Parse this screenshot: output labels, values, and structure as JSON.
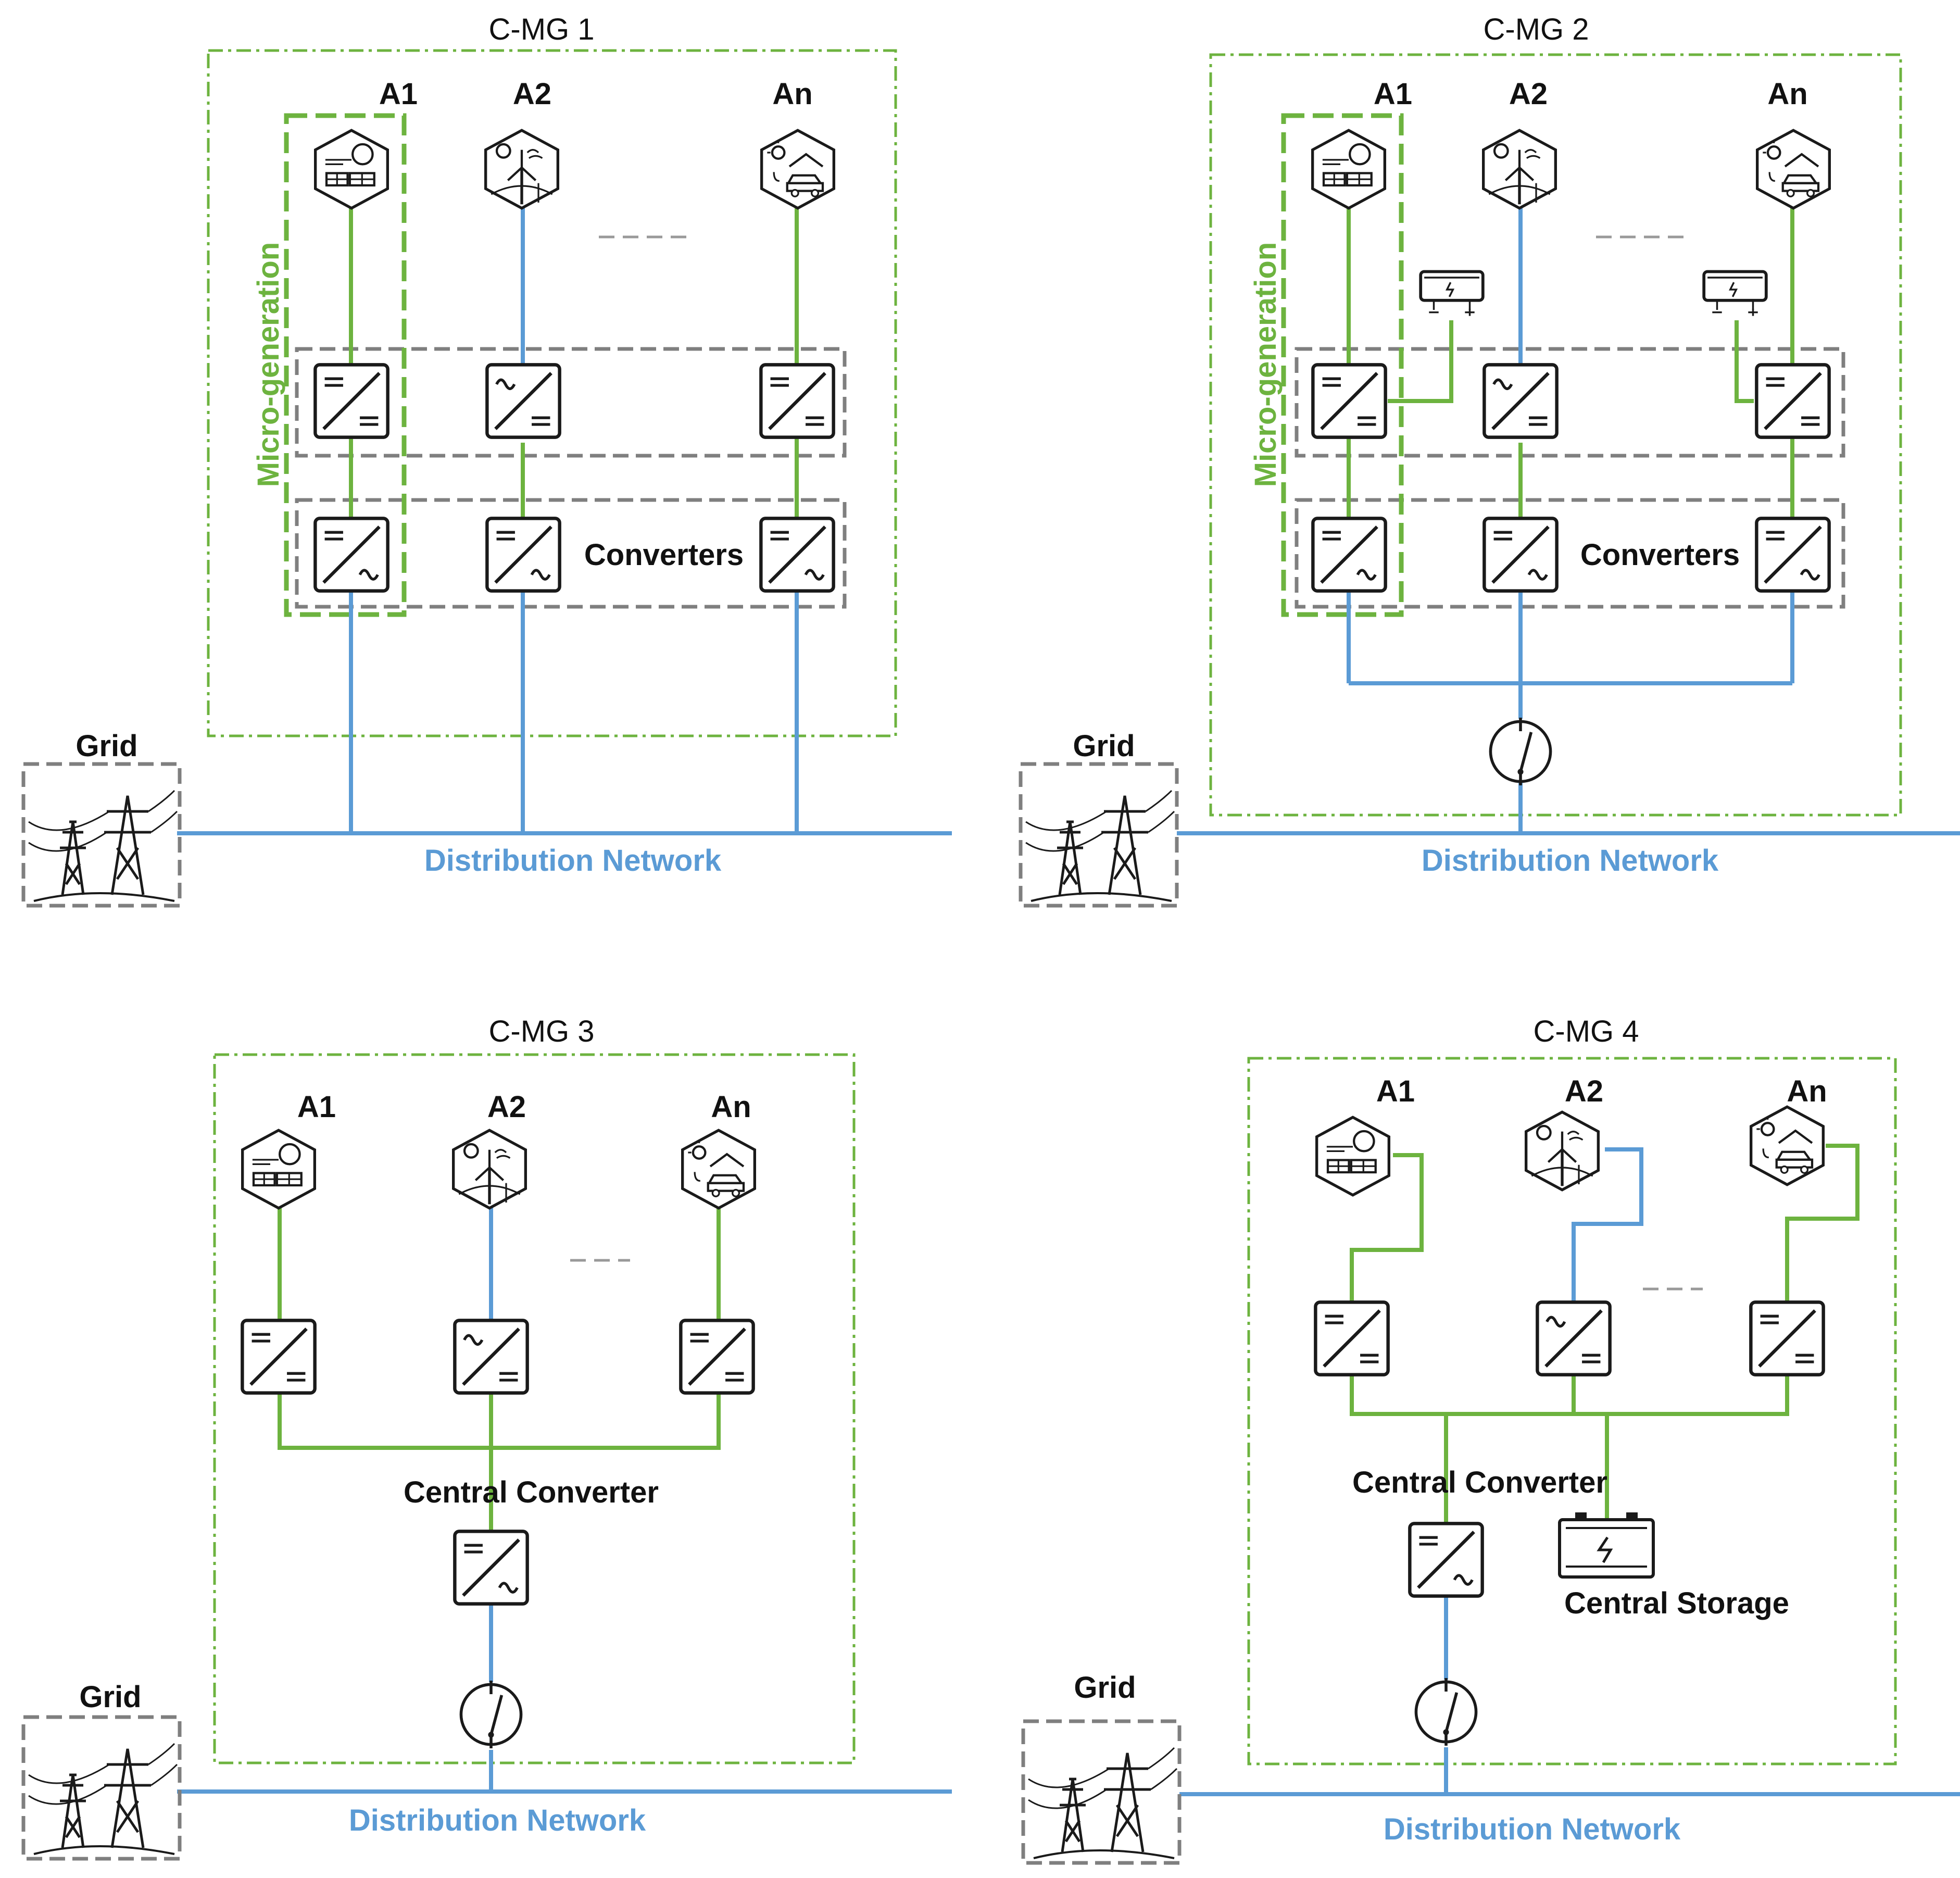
{
  "colors": {
    "green": "#6db33f",
    "blue": "#5b9bd5",
    "gray": "#7f7f7f",
    "ink": "#1a1a1a"
  },
  "labels": {
    "a1": "A1",
    "a2": "A2",
    "an": "An",
    "grid": "Grid",
    "distribution_network": "Distribution Network",
    "converters": "Converters",
    "micro_generation": "Micro-generation",
    "central_converter": "Central Converter",
    "central_storage": "Central Storage"
  },
  "panels": [
    {
      "title": "C-MG 1"
    },
    {
      "title": "C-MG 2"
    },
    {
      "title": "C-MG 3"
    },
    {
      "title": "C-MG 4"
    }
  ],
  "icons": {
    "agent_a1": "solar-home-icon",
    "agent_a2": "wind-home-icon",
    "agent_an": "ev-home-icon",
    "dc_dc": "dc-dc-converter-icon",
    "ac_dc": "ac-dc-converter-icon",
    "dc_ac": "dc-ac-inverter-icon",
    "switch": "grid-switch-icon",
    "battery": "battery-icon",
    "grid": "transmission-tower-icon"
  }
}
